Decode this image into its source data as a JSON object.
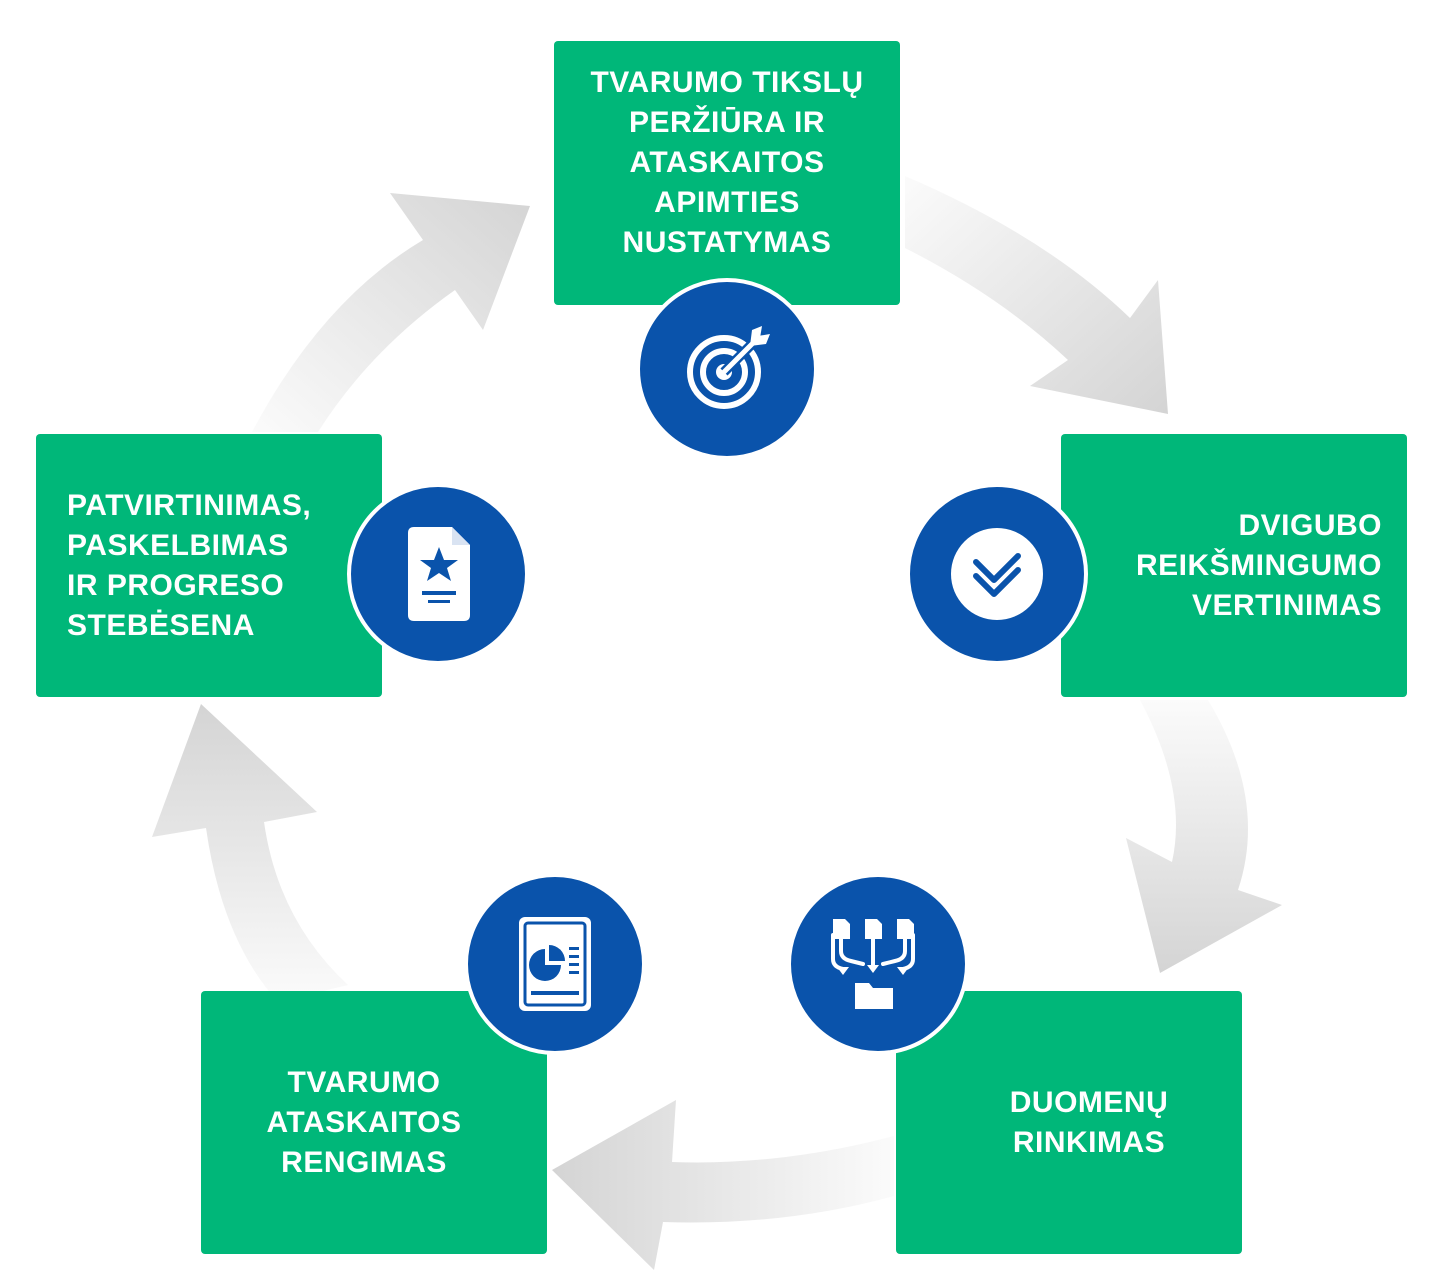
{
  "colors": {
    "box": "#00b779",
    "circle": "#0a53ab",
    "arrow": "#d9d9d9",
    "text": "#ffffff"
  },
  "steps": [
    {
      "icon": "target-icon",
      "lines": [
        "TVARUMO TIKSLŲ",
        "PERŽIŪRA IR",
        "ATASKAITOS",
        "APIMTIES",
        "NUSTATYMAS"
      ]
    },
    {
      "icon": "double-check-icon",
      "lines": [
        "DVIGUBO",
        "REIKŠMINGUMO",
        "VERTINIMAS"
      ]
    },
    {
      "icon": "data-merge-folder-icon",
      "lines": [
        "DUOMENŲ",
        "RINKIMAS"
      ]
    },
    {
      "icon": "report-chart-document-icon",
      "lines": [
        "TVARUMO",
        "ATASKAITOS",
        "RENGIMAS"
      ]
    },
    {
      "icon": "star-document-icon",
      "lines": [
        "PATVIRTINIMAS,",
        "PASKELBIMAS",
        "IR PROGRESO",
        "STEBĖSENA"
      ]
    }
  ]
}
